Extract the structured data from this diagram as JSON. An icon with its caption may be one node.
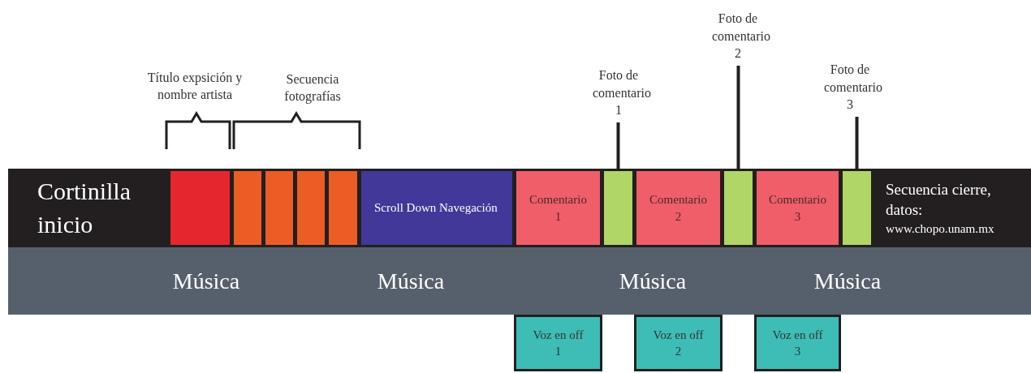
{
  "diagram": {
    "nodes": [
      {
        "text": [
          "Cortinilla inicio"
        ]
      },
      {
        "text": [],
        "shape": "box"
      },
      {
        "text": [],
        "shape": "box"
      },
      {
        "text": [],
        "shape": "box"
      },
      {
        "text": [],
        "shape": "box"
      },
      {
        "text": [],
        "shape": "box"
      },
      {
        "text": [
          "Scroll Down Navegación"
        ]
      },
      {
        "text": [
          "Comentario 1"
        ]
      },
      {
        "text": [],
        "shape": "box"
      },
      {
        "text": [
          "Comentario 2"
        ]
      },
      {
        "text": [],
        "shape": "box"
      },
      {
        "text": [
          "Comentario 3"
        ]
      },
      {
        "text": [],
        "shape": "box"
      },
      {
        "text": [
          "Secuencia cierre, datos:",
          "www.chopo.unam.mx"
        ]
      },
      {
        "text": [
          "Música",
          "Música",
          "Música",
          "Música"
        ]
      },
      {
        "text": [
          "Voz en off 1"
        ]
      },
      {
        "text": [
          "Voz en off 2"
        ]
      },
      {
        "text": [
          "Voz en off 3"
        ]
      },
      {
        "text": [
          "Foto de comentario 1"
        ]
      },
      {
        "text": [
          "Foto de comentario 2"
        ]
      },
      {
        "text": [
          "Foto de comentario 3"
        ]
      }
    ],
    "edges": [
      {
        "from": 18,
        "to": 8,
        "arrow": "none"
      },
      {
        "from": 19,
        "to": 10,
        "arrow": "none"
      },
      {
        "from": 20,
        "to": 12,
        "arrow": "none"
      }
    ],
    "labels": [
      "Título expsición y nombre artista",
      "Secuencia fotografías"
    ]
  }
}
